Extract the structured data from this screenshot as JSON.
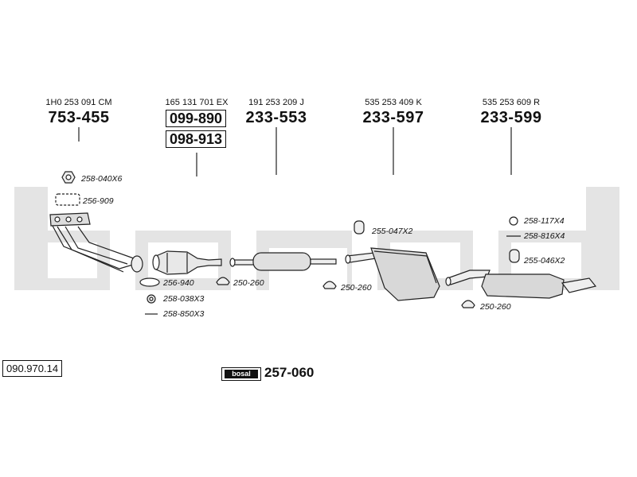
{
  "catalog_number": "090.970.14",
  "brand_logo_text": "bosal",
  "brand_part": "257-060",
  "parts": [
    {
      "oem": "1H0 253 091 CM",
      "numbers": [
        "753-455"
      ]
    },
    {
      "oem": "165 131 701 EX",
      "numbers": [
        "099-890",
        "098-913"
      ]
    },
    {
      "oem": "191 253 209 J",
      "numbers": [
        "233-553"
      ]
    },
    {
      "oem": "535 253 409 K",
      "numbers": [
        "233-597"
      ]
    },
    {
      "oem": "535 253 609 R",
      "numbers": [
        "233-599"
      ]
    }
  ],
  "accessories": [
    "258-040X6",
    "256-909",
    "256-940",
    "258-038X3",
    "258-850X3",
    "250-260",
    "255-047X2",
    "250-260",
    "258-117X4",
    "258-816X4",
    "255-046X2",
    "250-260"
  ],
  "colors": {
    "ink": "#111111",
    "watermark": "#e2e2e2",
    "paper": "#ffffff"
  }
}
